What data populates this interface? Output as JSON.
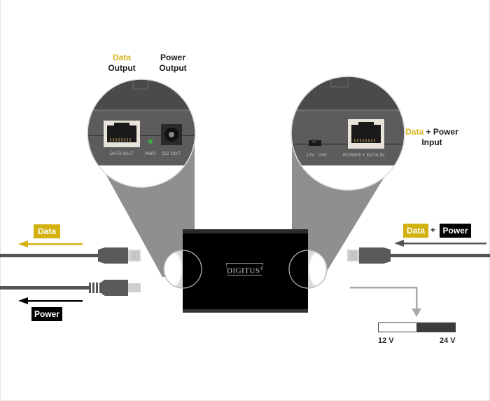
{
  "left_magnifier": {
    "title_data": "Data",
    "title_data_sub": "Output",
    "title_power": "Power",
    "title_power_sub": "Output",
    "port_data_out": "DATA OUT",
    "led_pwr": "PWR",
    "port_dc_out": "DC OUT"
  },
  "right_magnifier": {
    "switch_12v": "12V",
    "switch_24v": "24V",
    "port_power_data_in": "POWER + DATA IN",
    "caption_data": "Data",
    "caption_plus": "+",
    "caption_power": "Power",
    "caption_sub": "Input"
  },
  "device": {
    "brand": "DIGITUS",
    "brand_mark": "®"
  },
  "left_cables": {
    "data_tag": "Data",
    "power_tag": "Power"
  },
  "right_cable": {
    "data_tag": "Data",
    "plus": "+",
    "power_tag": "Power"
  },
  "voltage_selector": {
    "low_label": "12 V",
    "high_label": "24 V"
  },
  "colors": {
    "data_yellow": "#d2b110",
    "power_black": "#000000",
    "cone_gray": "#8f8f8f",
    "panel_gray": "#5a5a5a",
    "cable_gray": "#555555"
  }
}
